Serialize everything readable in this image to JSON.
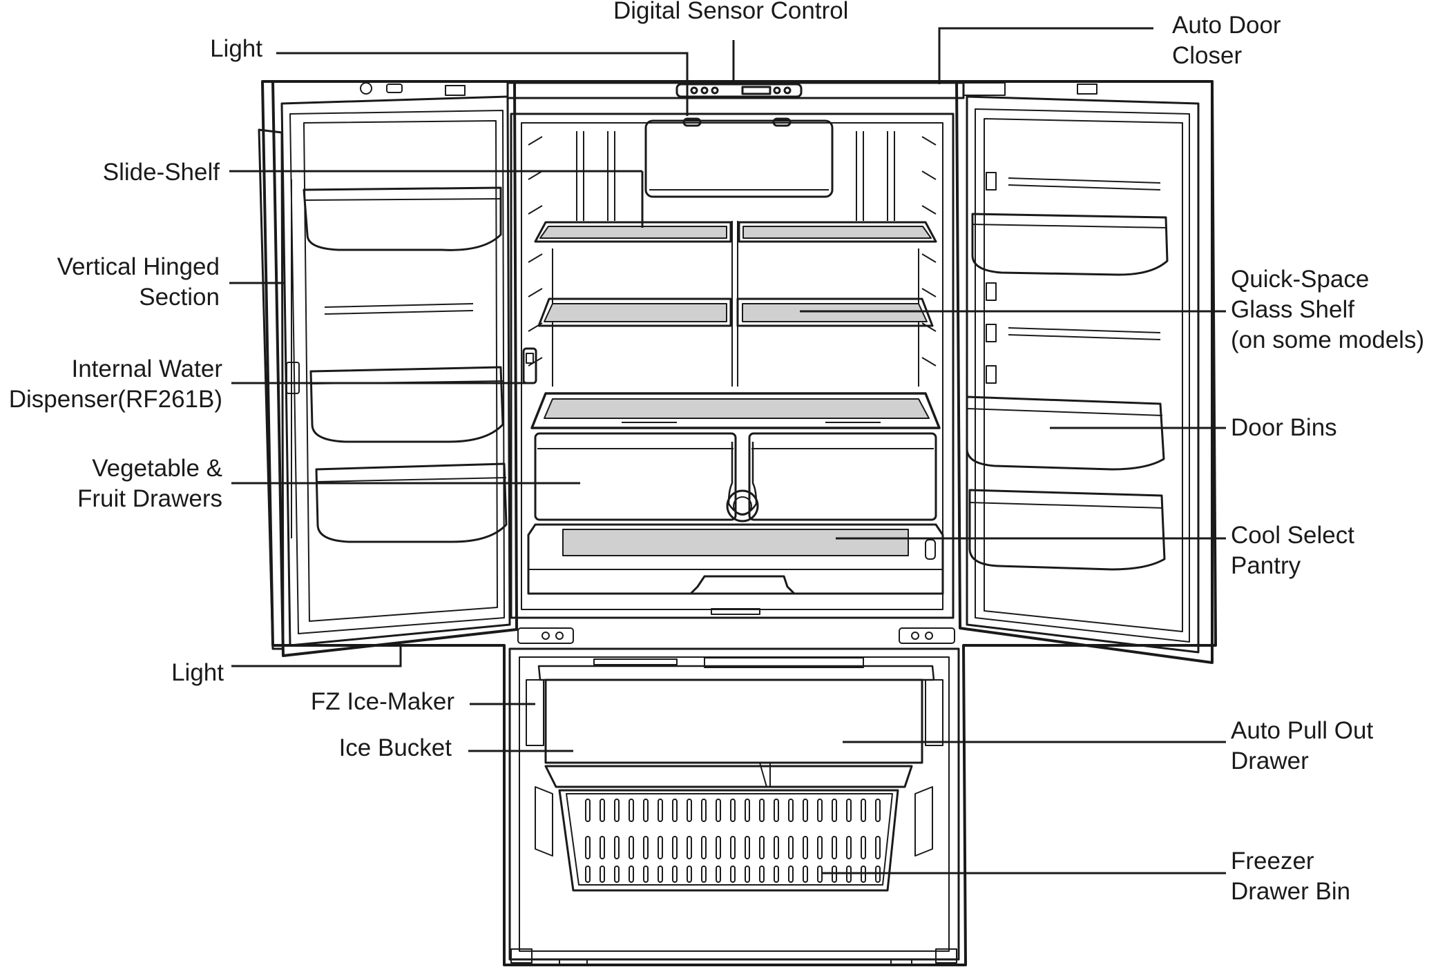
{
  "labels": {
    "digital_sensor_control": [
      "Digital Sensor Control"
    ],
    "light_top": [
      "Light"
    ],
    "auto_door_closer": [
      "Auto Door",
      "Closer"
    ],
    "slide_shelf": [
      "Slide-Shelf"
    ],
    "vertical_hinged_section": [
      "Vertical Hinged",
      "Section"
    ],
    "quick_space_glass_shelf": [
      "Quick-Space",
      "Glass Shelf",
      "(on some models)"
    ],
    "internal_water_dispenser": [
      "Internal Water",
      "Dispenser(RF261B)"
    ],
    "door_bins": [
      "Door Bins"
    ],
    "vegetable_fruit_drawers": [
      "Vegetable &",
      "Fruit Drawers"
    ],
    "cool_select_pantry": [
      "Cool Select",
      "Pantry"
    ],
    "light_bottom": [
      "Light"
    ],
    "fz_ice_maker": [
      "FZ Ice-Maker"
    ],
    "ice_bucket": [
      "Ice Bucket"
    ],
    "auto_pull_out_drawer": [
      "Auto Pull Out",
      "Drawer"
    ],
    "freezer_drawer_bin": [
      "Freezer",
      "Drawer Bin"
    ]
  }
}
